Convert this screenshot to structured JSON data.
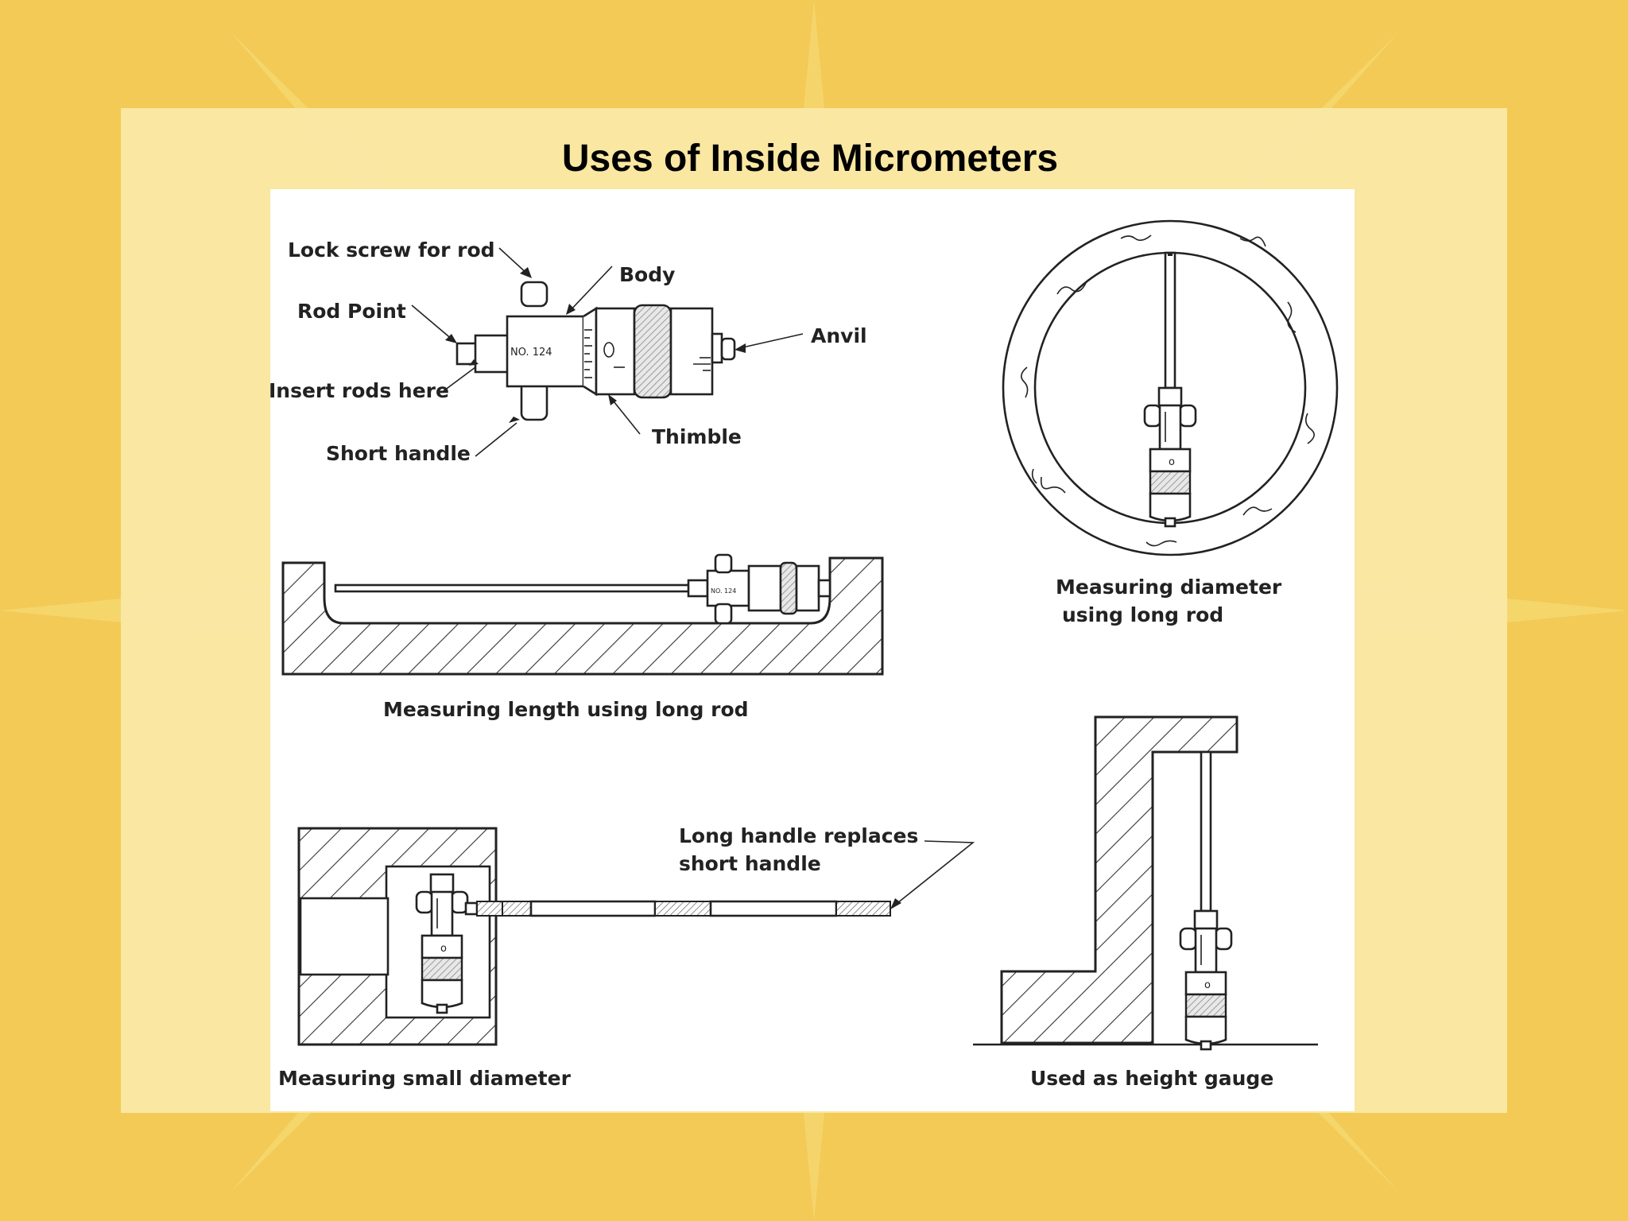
{
  "slide": {
    "title": "Uses of Inside Micrometers",
    "colors": {
      "background": "#f2ca55",
      "panel": "#f9e8a6",
      "diagram_bg": "#ffffff",
      "ink": "#222222"
    }
  },
  "diagram": {
    "labels": {
      "lock_screw": "Lock screw for rod",
      "body": "Body",
      "rod_point": "Rod Point",
      "anvil": "Anvil",
      "insert_rods": "Insert rods here",
      "short_handle": "Short handle",
      "thimble": "Thimble",
      "model_number": "NO. 124"
    },
    "captions": {
      "diameter_line1": "Measuring diameter",
      "diameter_line2": "using long rod",
      "length": "Measuring length using long rod",
      "long_handle_line1": "Long handle replaces",
      "long_handle_line2": "short handle",
      "small_diameter": "Measuring small diameter",
      "height_gauge": "Used as height gauge"
    }
  }
}
